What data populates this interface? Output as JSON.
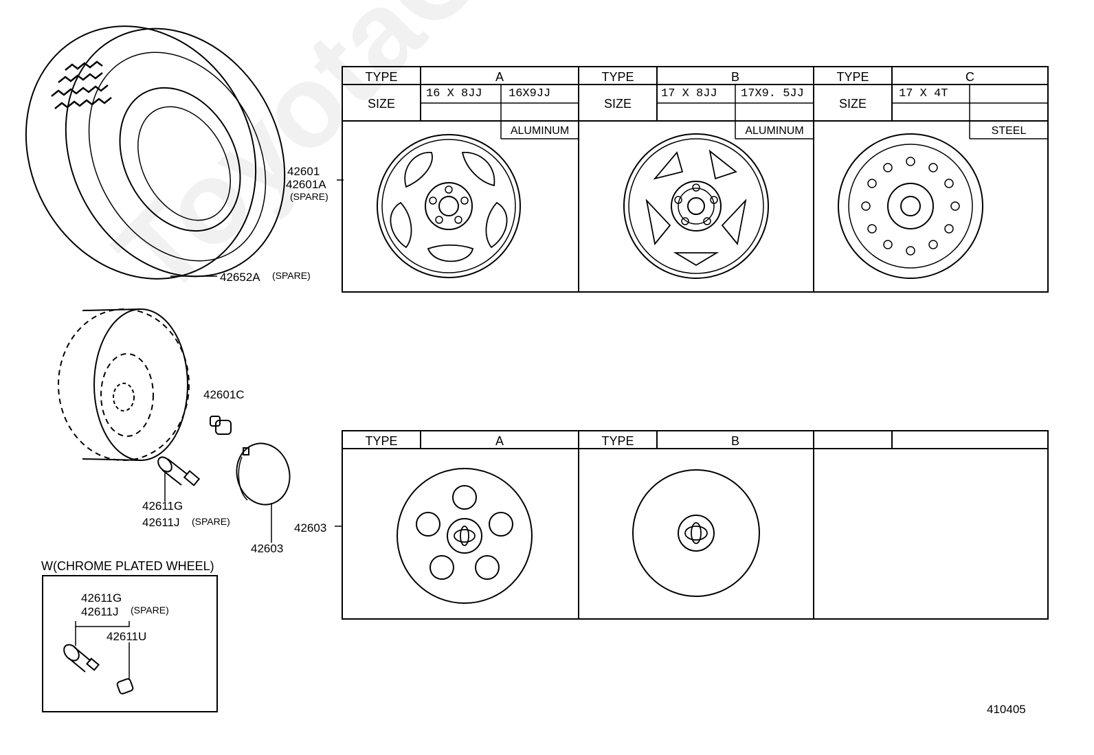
{
  "table_wheels": {
    "col_a": {
      "type_label": "TYPE",
      "type": "A",
      "size_label": "SIZE",
      "size1": "16 X 8JJ",
      "size2": "16X9JJ",
      "material": "ALUMINUM"
    },
    "col_b": {
      "type_label": "TYPE",
      "type": "B",
      "size_label": "SIZE",
      "size1": "17 X 8JJ",
      "size2": "17X9. 5JJ",
      "material": "ALUMINUM"
    },
    "col_c": {
      "type_label": "TYPE",
      "type": "C",
      "size_label": "SIZE",
      "size1": "17 X 4T",
      "material": "STEEL"
    }
  },
  "table_caps": {
    "col_a": {
      "type_label": "TYPE",
      "type": "A"
    },
    "col_b": {
      "type_label": "TYPE",
      "type": "B"
    }
  },
  "labels": {
    "wheel_part": "42601",
    "wheel_spare_part": "42601A",
    "wheel_spare_note": "(SPARE)",
    "tire_part": "42652A",
    "tire_spare_note": "(SPARE)",
    "nut_part": "42601C",
    "valve_part": "42611G",
    "valve_spare_part": "42611J",
    "valve_spare_note": "(SPARE)",
    "cap_part_small": "42603",
    "cap_part_table": "42603",
    "chrome_title": "W(CHROME PLATED WHEEL)",
    "chrome_valve_part": "42611G",
    "chrome_valve_spare_part": "42611J",
    "chrome_valve_spare_note": "(SPARE)",
    "chrome_cap_part": "42611U",
    "diagram_id": "410405"
  }
}
